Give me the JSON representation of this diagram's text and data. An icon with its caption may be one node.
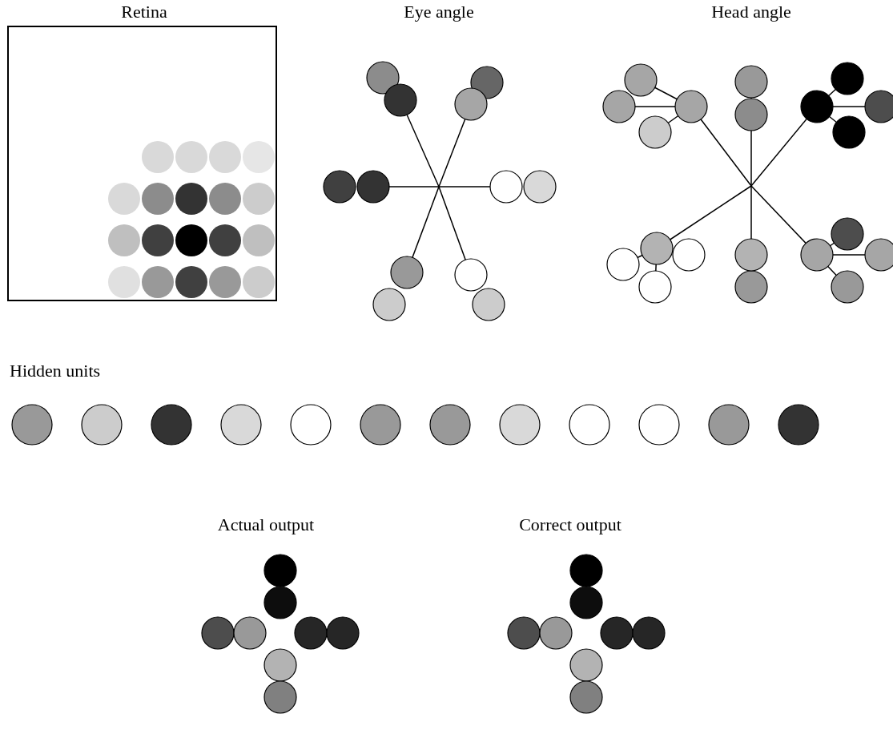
{
  "diagram": {
    "labels": [
      "Retina",
      "Eye angle",
      "Head angle",
      "Hidden units",
      "Actual output",
      "Correct output"
    ]
  }
}
